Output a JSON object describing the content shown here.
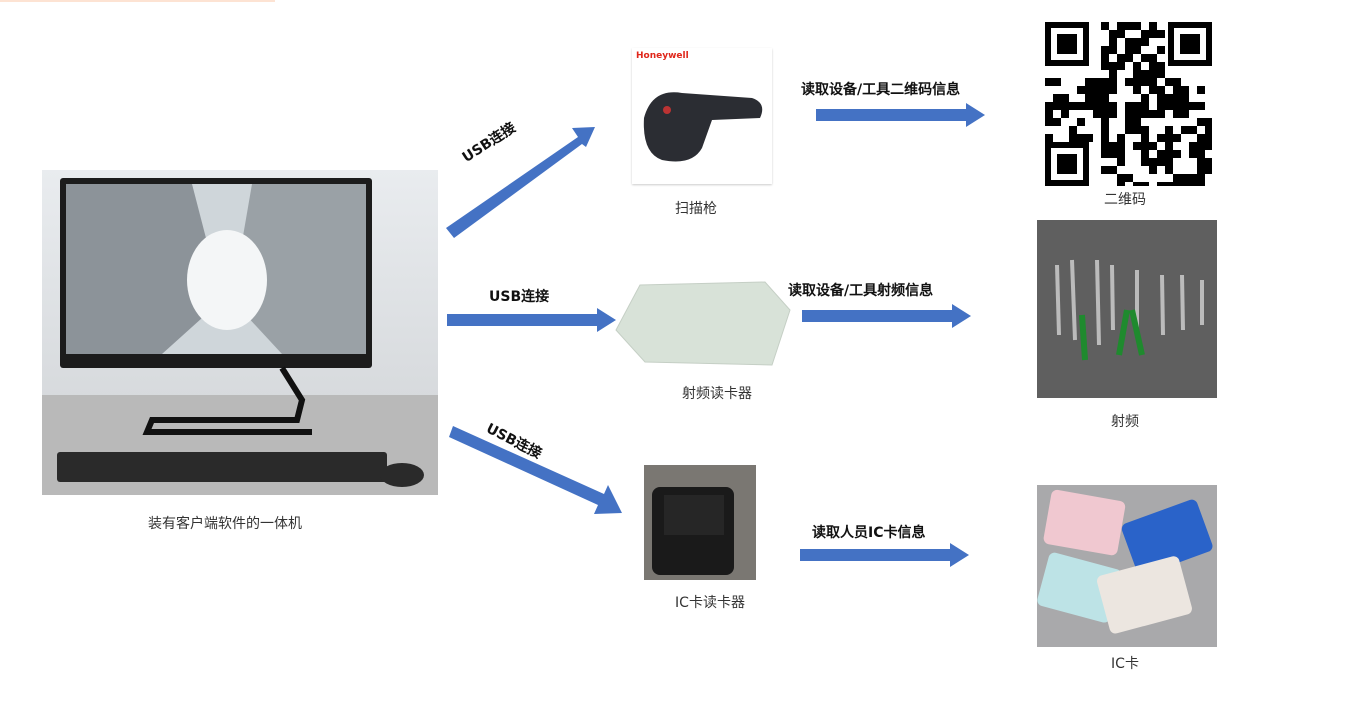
{
  "computer": {
    "caption": "装有客户端软件的一体机"
  },
  "devices": [
    {
      "caption": "扫描枪",
      "brand": "Honeywell",
      "connection": "USB连接",
      "action": "读取设备/工具二维码信息",
      "target": "二维码"
    },
    {
      "caption": "射频读卡器",
      "connection": "USB连接",
      "action": "读取设备/工具射频信息",
      "target": "射频"
    },
    {
      "caption": "IC卡读卡器",
      "connection": "USB连接",
      "action": "读取人员IC卡信息",
      "target": "IC卡"
    }
  ],
  "colors": {
    "arrow": "#4472C4",
    "accent_line": "#fde3d3"
  }
}
